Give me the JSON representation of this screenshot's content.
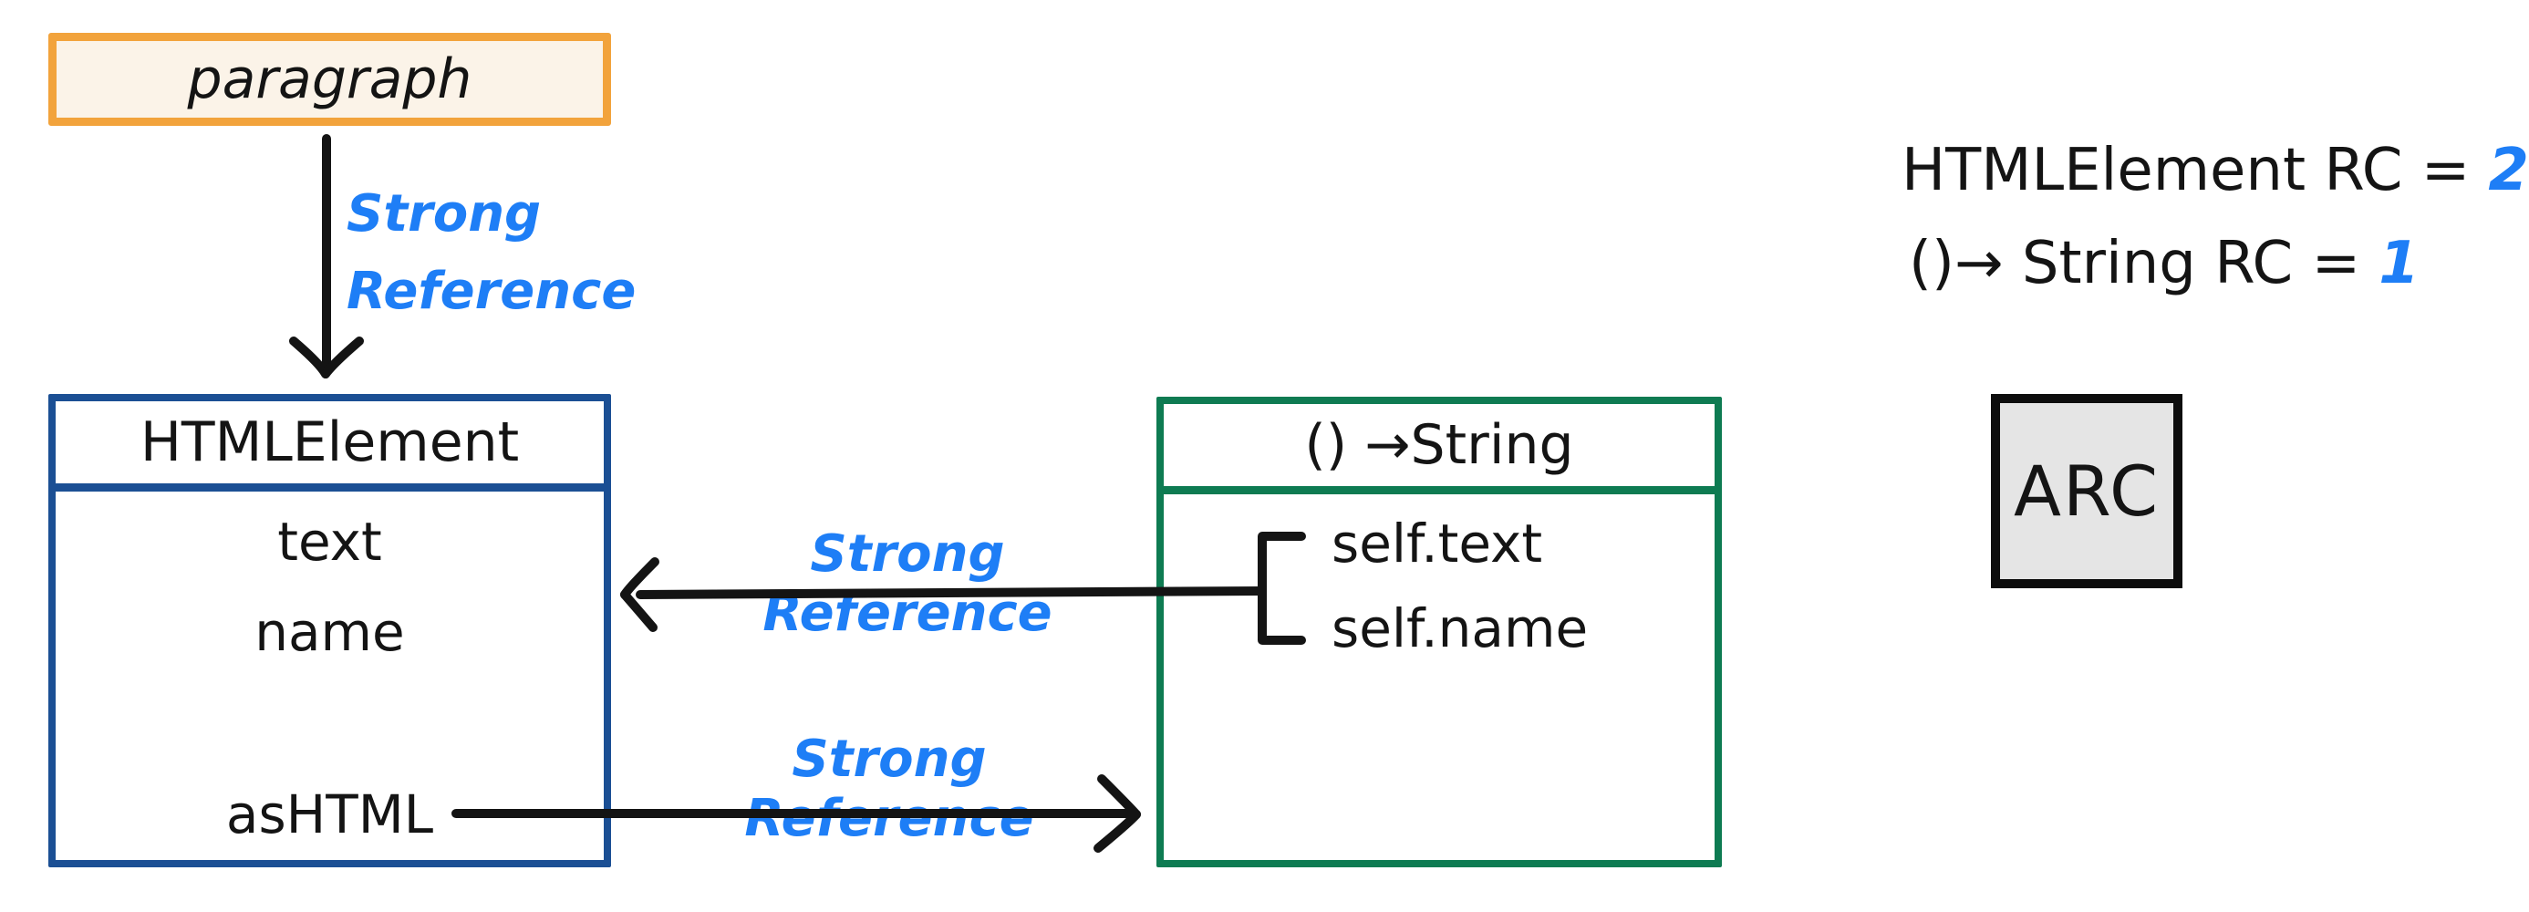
{
  "paragraph_box": {
    "label": "paragraph"
  },
  "down_arrow": {
    "label_line1": "Strong",
    "label_line2": "Reference"
  },
  "htmlelement_box": {
    "title": "HTMLElement",
    "members": [
      "text",
      "name",
      "asHTML"
    ]
  },
  "closure_box": {
    "title": "() →String",
    "captures": [
      "self.text",
      "self.name"
    ]
  },
  "mid_arrow": {
    "label": "Strong Reference"
  },
  "bottom_arrow": {
    "label": "Strong Reference"
  },
  "annotations": {
    "line1_text": "HTMLElement RC =",
    "line1_value": "2",
    "line2_text": "()→ String RC =",
    "line2_value": "1"
  },
  "arc_box": {
    "label": "ARC"
  },
  "colors": {
    "orange_border": "#F2A33C",
    "cream_fill": "#FBF3E8",
    "blue_border": "#1B4F94",
    "green_border": "#0E7B52",
    "blue_ink": "#1E7EF6",
    "black_ink": "#141414",
    "arc_fill": "#E5E5E5"
  }
}
